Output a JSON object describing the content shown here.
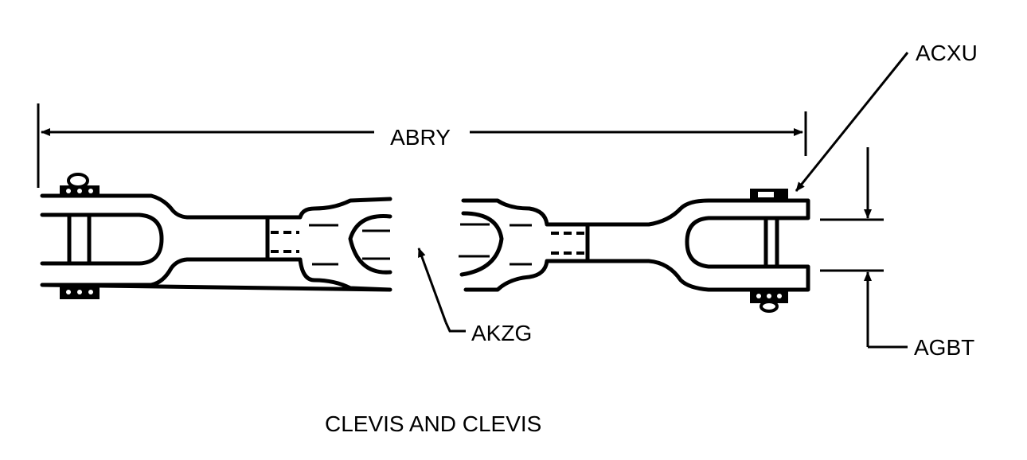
{
  "labels": {
    "overall_length": "ABRY",
    "pin_callout": "ACXU",
    "jaw_opening": "AGBT",
    "body_callout": "AKZG",
    "caption": "CLEVIS AND CLEVIS"
  },
  "colors": {
    "line": "#000000",
    "background": "#ffffff"
  }
}
